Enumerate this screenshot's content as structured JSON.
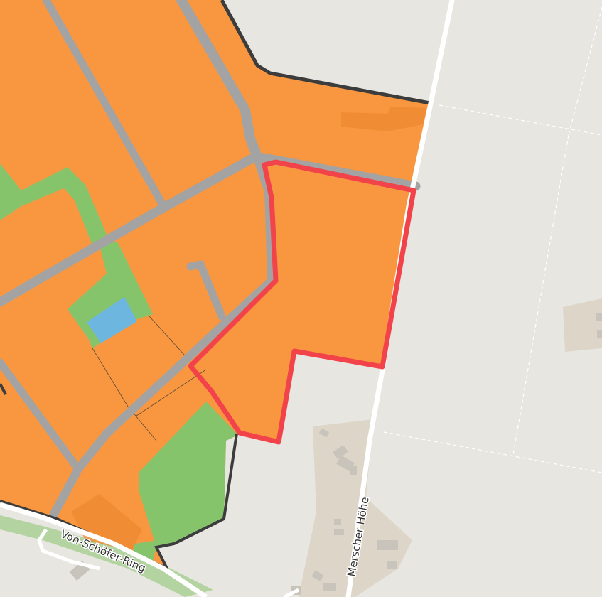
{
  "map": {
    "colors": {
      "background": "#e8e6e1",
      "residential_zone": "#f8973f",
      "green_zone": "#86c46c",
      "water": "#6cb6e0",
      "building": "#c8c4bc",
      "settlement_area": "#ddd6c8",
      "street": "#a3a3a3",
      "main_road": "#ffffff",
      "boundary": "#3c3c3c",
      "selection_outline": "#f2434a"
    },
    "streets": [
      {
        "name": "Von-Schöfer-Ring"
      },
      {
        "name": "Merscher Höhe"
      }
    ],
    "selection": {
      "label": "selected-parcel"
    }
  }
}
